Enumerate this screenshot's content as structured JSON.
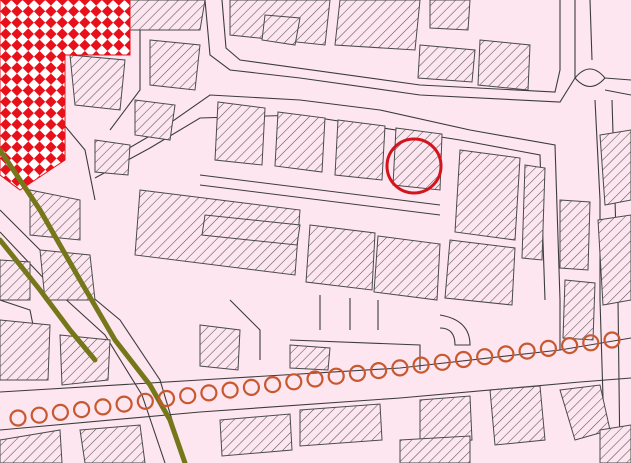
{
  "map": {
    "colors": {
      "background": "#fde6f0",
      "building_stroke": "#4a4a4a",
      "hatch": "#555555",
      "street_line": "#3c3c3c",
      "red_zone": "#e8101a",
      "red_zone_light": "#ffffff",
      "green_route": "#76771a",
      "orange_route": "#c8582e",
      "marker": "#d4141c"
    },
    "layers": [
      {
        "name": "buildings",
        "style": "diagonal-hatch"
      },
      {
        "name": "streets",
        "style": "thin-dark-line"
      },
      {
        "name": "restricted-zone",
        "style": "red-white-checkerboard"
      },
      {
        "name": "green-route",
        "style": "thick-olive-line"
      },
      {
        "name": "orange-route",
        "style": "chain-of-circles"
      },
      {
        "name": "location-marker",
        "style": "red-circle-outline"
      }
    ]
  }
}
